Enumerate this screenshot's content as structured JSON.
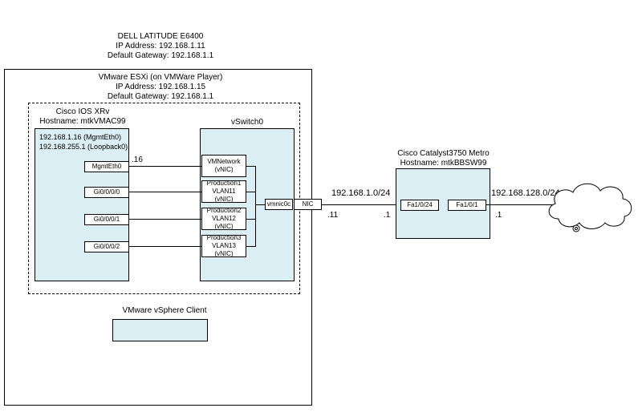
{
  "laptop": {
    "line1": "DELL LATITUDE E6400",
    "line2": "IP Address: 192.168.1.11",
    "line3": "Default Gateway: 192.168.1.1"
  },
  "esxi": {
    "line1": "VMware ESXi (on VMWare Player)",
    "line2": "IP Address: 192.168.1.15",
    "line3": "Default Gateway: 192.168.1.1"
  },
  "xrv": {
    "line1": "Cisco IOS XRv",
    "line2": "Hostname: mtkVMAC99",
    "ip1": "192.168.1.16 (MgmtEth0)",
    "ip2": "192.168.255.1 (Loopback0)",
    "ports": [
      "MgmtEth0",
      "Gi0/0/0/0",
      "Gi0/0/0/1",
      "Gi0/0/0/2"
    ]
  },
  "vswitch": {
    "title": "vSwitch0",
    "groups": [
      {
        "l1": "VMNetwork",
        "l2": "(vNIC)"
      },
      {
        "l1": "Production1",
        "l2": "VLAN11 (vNIC)"
      },
      {
        "l1": "Production2",
        "l2": "VLAN12 (vNIC)"
      },
      {
        "l1": "Production3",
        "l2": "VLAN13 (vNIC)"
      }
    ],
    "uplink": "vmnic0c",
    "nic": "NIC"
  },
  "mgmt_suffix": ".16",
  "link1": {
    "subnet": "192.168.1.0/24",
    "left": ".11",
    "right": ".1"
  },
  "switch": {
    "line1": "Cisco Catalyst3750 Metro",
    "line2": "Hostname: mtkBBSW99",
    "port1": "Fa1/0/24",
    "port2": "Fa1/0/1"
  },
  "link2": {
    "subnet": "192.168.128.0/24",
    "right": ".1"
  },
  "vsphere": {
    "title": "VMware vSphere Client"
  }
}
